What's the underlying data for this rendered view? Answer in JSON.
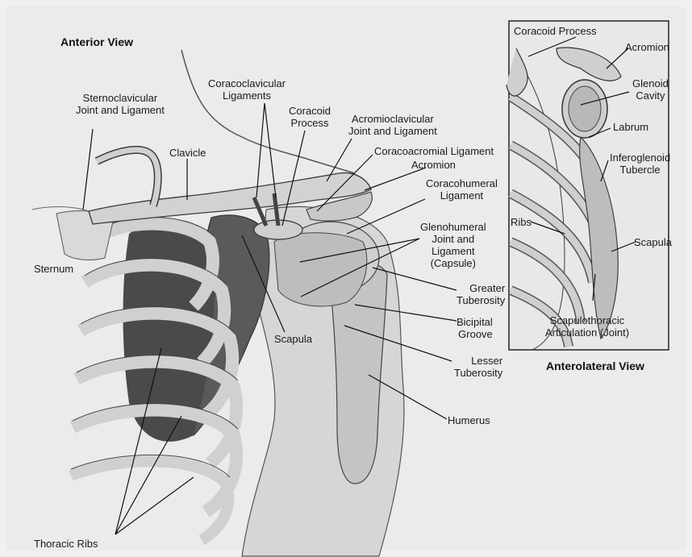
{
  "views": {
    "anterior_title": "Anterior View",
    "anterolateral_title": "Anterolateral View"
  },
  "labels": {
    "sternoclavicular": "Sternoclavicular\nJoint and Ligament",
    "clavicle": "Clavicle",
    "coracoclavicular": "Coracoclavicular\nLigaments",
    "coracoid_process": "Coracoid\nProcess",
    "acromioclavicular": "Acromioclavicular\nJoint and Ligament",
    "coracoacromial": "Coracoacromial Ligament",
    "acromion": "Acromion",
    "coracohumeral": "Coracohumeral\nLigament",
    "glenohumeral": "Glenohumeral\nJoint and\nLigament\n(Capsule)",
    "sternum": "Sternum",
    "greater_tuberosity": "Greater\nTuberosity",
    "bicipital_groove": "Bicipital\nGroove",
    "scapula": "Scapula",
    "lesser_tuberosity": "Lesser\nTuberosity",
    "humerus": "Humerus",
    "thoracic_ribs": "Thoracic Ribs"
  },
  "inset_labels": {
    "coracoid_process": "Coracoid Process",
    "acromion": "Acromion",
    "glenoid_cavity": "Glenoid\nCavity",
    "labrum": "Labrum",
    "inferoglenoid_tubercle": "Inferoglenoid\nTubercle",
    "ribs": "Ribs",
    "scapula": "Scapula",
    "scapulothoracic": "Scapulothoracic\nArticulation (Joint)"
  }
}
